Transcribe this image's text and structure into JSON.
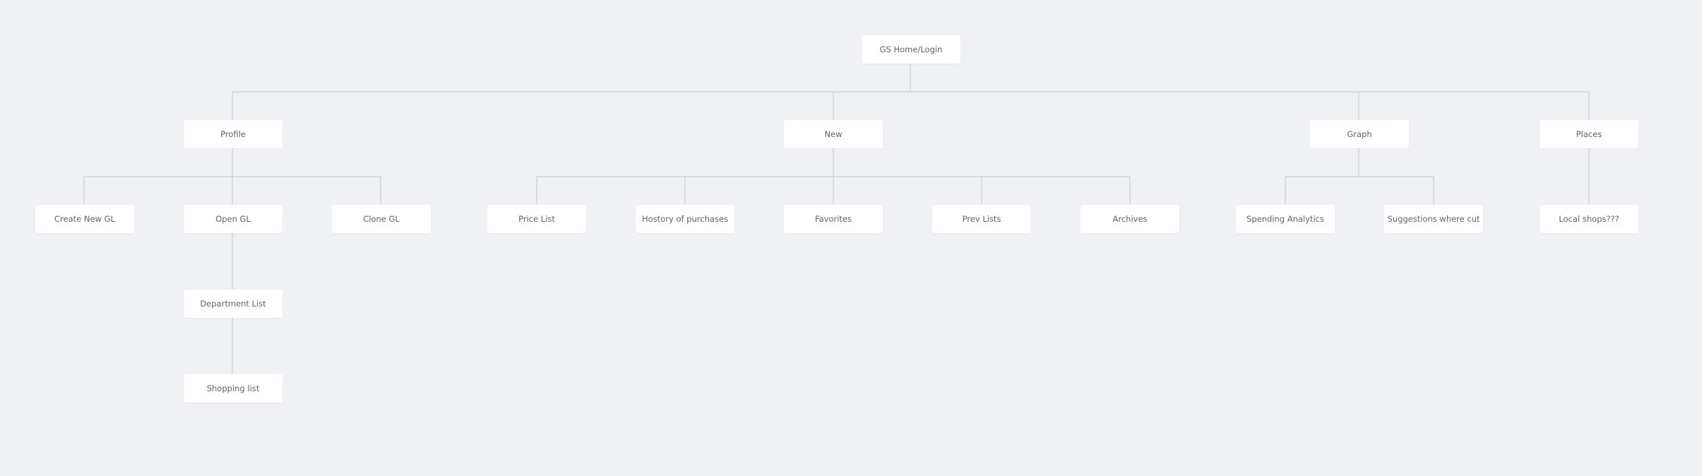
{
  "sitemap": {
    "root": "GS Home/Login",
    "sections": [
      {
        "id": "profile",
        "label": "Profile",
        "children": [
          {
            "id": "create-new-gl",
            "label": "Create New GL"
          },
          {
            "id": "open-gl",
            "label": "Open GL",
            "children": [
              {
                "id": "department-list",
                "label": "Department List",
                "children": [
                  {
                    "id": "shopping-list",
                    "label": "Shopping list"
                  }
                ]
              }
            ]
          },
          {
            "id": "clone-gl",
            "label": "Clone GL"
          }
        ]
      },
      {
        "id": "new",
        "label": "New",
        "children": [
          {
            "id": "price-list",
            "label": "Price List"
          },
          {
            "id": "history-of-purchases",
            "label": "Hostory of purchases"
          },
          {
            "id": "favorites",
            "label": "Favorites"
          },
          {
            "id": "prev-lists",
            "label": "Prev Lists"
          },
          {
            "id": "archives",
            "label": "Archives"
          }
        ]
      },
      {
        "id": "graph",
        "label": "Graph",
        "children": [
          {
            "id": "spending-analytics",
            "label": "Spending Analytics"
          },
          {
            "id": "suggestions-where-cut",
            "label": "Suggestions where cut"
          }
        ]
      },
      {
        "id": "places",
        "label": "Places",
        "children": [
          {
            "id": "local-shops",
            "label": "Local shops???"
          }
        ]
      }
    ]
  }
}
